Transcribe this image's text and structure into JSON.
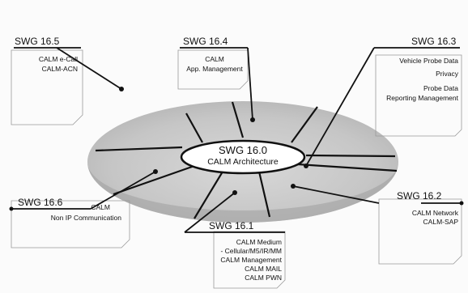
{
  "center": {
    "id": "SWG 16.0",
    "label": "CALM Architecture"
  },
  "groups": [
    {
      "key": "g165",
      "id": "SWG 16.5",
      "lines": [
        "CALM e-Call",
        "CALM-ACN"
      ]
    },
    {
      "key": "g164",
      "id": "SWG 16.4",
      "lines": [
        "CALM",
        "App. Management"
      ]
    },
    {
      "key": "g163",
      "id": "SWG 16.3",
      "lines": [
        "Vehicle Probe Data",
        "Privacy",
        "Probe Data",
        "Reporting Management"
      ]
    },
    {
      "key": "g166",
      "id": "SWG 16.6",
      "lines": [
        "CALM",
        "Non IP Communication"
      ]
    },
    {
      "key": "g162",
      "id": "SWG 16.2",
      "lines": [
        "CALM Network",
        "CALM-SAP"
      ]
    },
    {
      "key": "g161",
      "id": "SWG 16.1",
      "lines": [
        "CALM Medium",
        "- Cellular/M5/IR/MM",
        "CALM Management",
        "CALM MAIL",
        "CALM PWN"
      ]
    }
  ],
  "colors": {
    "disk": "#cfcfcf",
    "disk_dark": "#a8a8a8",
    "line": "#111111",
    "box": "#9a9a9a"
  }
}
